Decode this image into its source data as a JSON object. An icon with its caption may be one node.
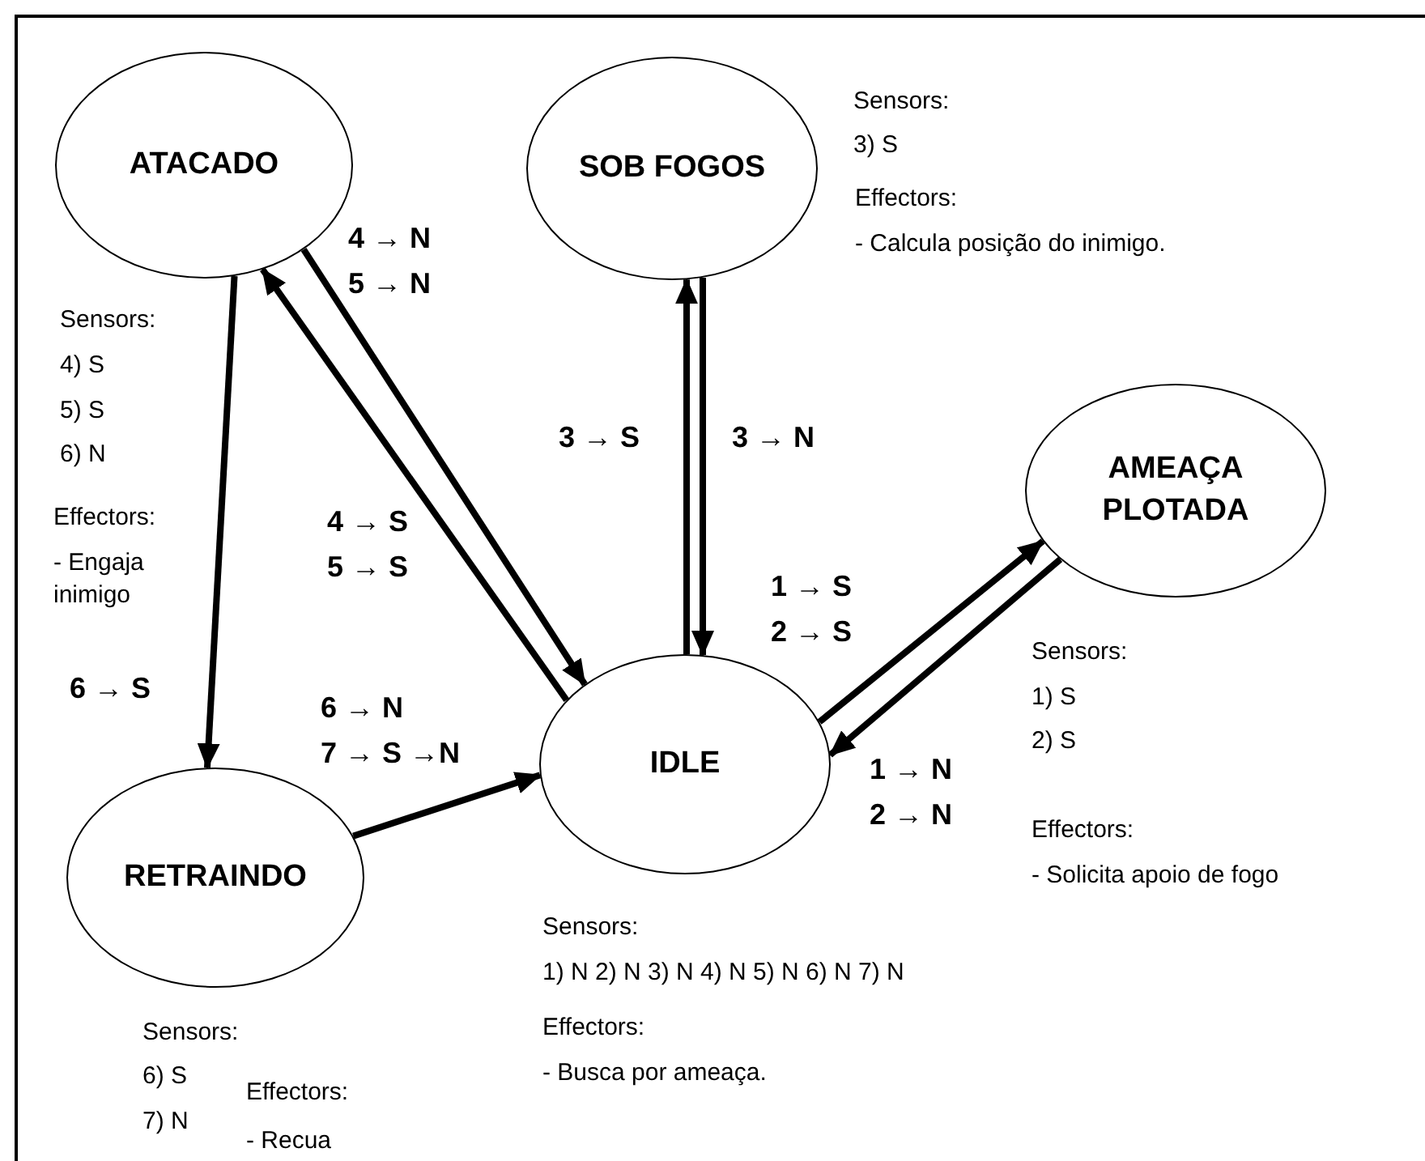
{
  "diagram": {
    "nodes": [
      {
        "text": [
          "ATACADO"
        ],
        "beside": [
          "Sensors:",
          "4) S",
          "5) S",
          "6) N",
          "Effectors:",
          "- Engaja inimigo"
        ]
      },
      {
        "text": [
          "SOB FOGOS"
        ],
        "beside": [
          "Sensors:",
          "3) S",
          "Effectors:",
          "- Calcula posição do inimigo."
        ]
      },
      {
        "text": [
          "AMEAÇA PLOTADA"
        ],
        "beside": [
          "Sensors:",
          "1) S",
          "2) S",
          "Effectors:",
          "- Solicita apoio de fogo"
        ]
      },
      {
        "text": [
          "IDLE"
        ],
        "beside": [
          "Sensors:",
          "1) N 2) N 3) N 4) N 5) N 6) N 7) N",
          "Effectors:",
          "- Busca por ameaça."
        ]
      },
      {
        "text": [
          "RETRAINDO"
        ],
        "beside": [
          "Sensors:",
          "6) S",
          "7) N",
          "Effectors:",
          "- Recua"
        ]
      }
    ],
    "edges": [
      {
        "from": 0,
        "to": 3,
        "arrow": "to",
        "label": "4 → N 5 → N"
      },
      {
        "from": 3,
        "to": 0,
        "arrow": "to",
        "label": "4 → S 5 → S"
      },
      {
        "from": 3,
        "to": 1,
        "arrow": "to",
        "label": "3 → S"
      },
      {
        "from": 1,
        "to": 3,
        "arrow": "to",
        "label": "3 → N"
      },
      {
        "from": 3,
        "to": 2,
        "arrow": "to",
        "label": "1 → S 2 → S"
      },
      {
        "from": 2,
        "to": 3,
        "arrow": "to",
        "label": "1 → N 2 → N"
      },
      {
        "from": 0,
        "to": 4,
        "arrow": "to",
        "label": "6 → S"
      },
      {
        "from": 4,
        "to": 3,
        "arrow": "to",
        "label": "6 → N 7 → S →N"
      }
    ]
  }
}
